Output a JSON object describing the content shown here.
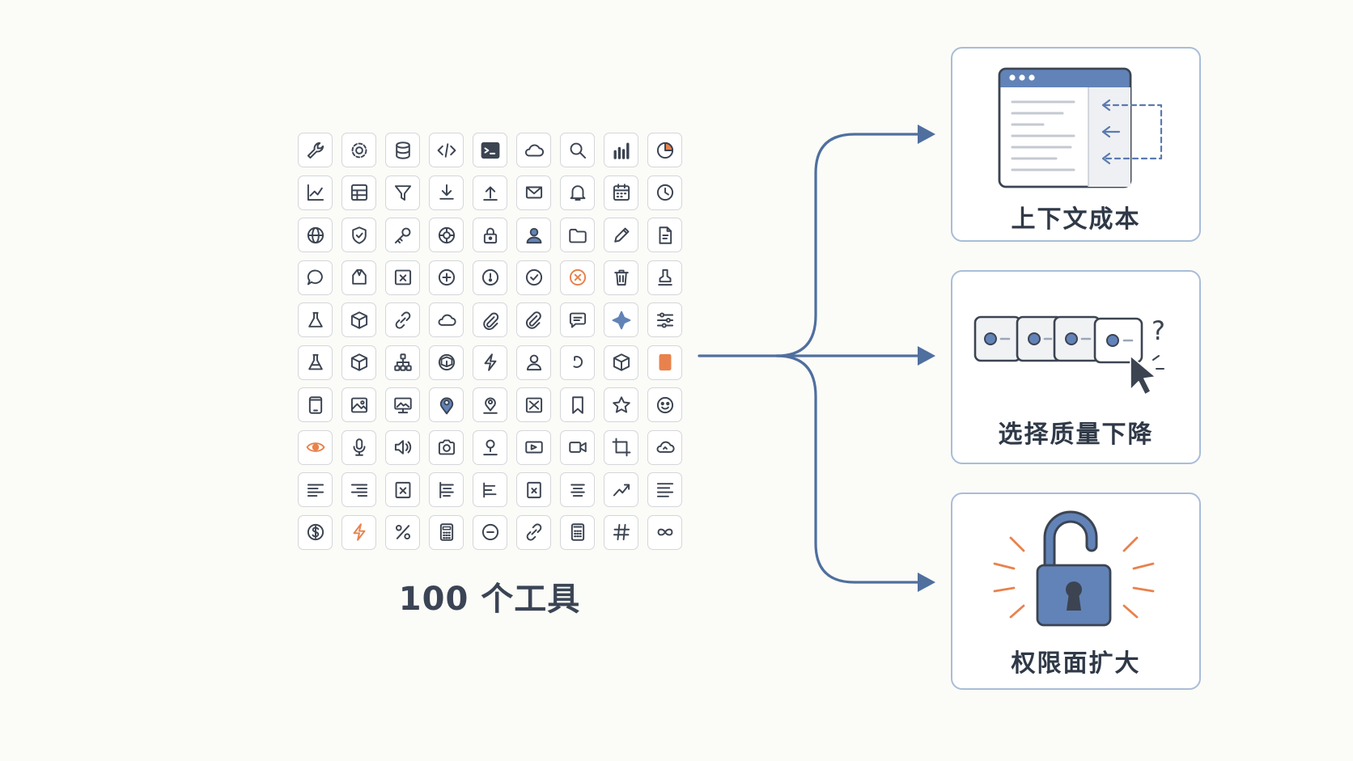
{
  "grid": {
    "caption": "100 个工具",
    "columns": 9,
    "icons": [
      "wrench-icon",
      "gear-icon",
      "database-icon",
      "code-icon",
      "terminal-icon",
      "cloud-icon",
      "search-icon",
      "bar-chart-icon",
      "pie-chart-icon",
      "line-chart-icon",
      "table-icon",
      "filter-icon",
      "download-icon",
      "upload-icon",
      "mail-icon",
      "bell-icon",
      "calendar-icon",
      "clock-icon",
      "globe-icon",
      "shield-icon",
      "key-icon",
      "network-icon",
      "lock-icon",
      "user-icon",
      "folder-icon",
      "pencil-icon",
      "document-icon",
      "chat-bubble-icon",
      "package-icon",
      "square-x-icon",
      "plus-circle-icon",
      "info-circle-icon",
      "check-circle-icon",
      "x-circle-icon",
      "trash-icon",
      "stamp-icon",
      "flask-icon",
      "cube-icon",
      "link-icon",
      "cloud-outline-icon",
      "paperclip-icon",
      "attachment-icon",
      "message-icon",
      "puzzle-icon",
      "sliders-icon",
      "beaker-icon",
      "box-icon",
      "hierarchy-icon",
      "globe-box-icon",
      "bolt-icon",
      "person-icon",
      "refresh-icon",
      "cube-outline-icon",
      "orange-tile-icon",
      "tablet-icon",
      "image-icon",
      "monitor-image-icon",
      "map-pin-icon",
      "location-icon",
      "image-x-icon",
      "bookmark-icon",
      "star-icon",
      "smiley-icon",
      "eye-icon",
      "microphone-icon",
      "speaker-icon",
      "camera-icon",
      "pin-icon",
      "video-box-icon",
      "video-camera-icon",
      "crop-icon",
      "cloud-sync-icon",
      "align-left-icon",
      "align-right-icon",
      "box-x-icon",
      "text-indent-icon",
      "text-left-icon",
      "box-x-small-icon",
      "text-center-icon",
      "trend-icon",
      "align-justify-icon",
      "dollar-icon",
      "flash-icon",
      "percent-icon",
      "calculator-icon",
      "minus-circle-icon",
      "chain-icon",
      "calculator-grid-icon",
      "hashtag-icon",
      "infinity-icon"
    ],
    "accent_icons": [
      "pie-chart-icon",
      "x-circle-icon",
      "orange-tile-icon",
      "eye-icon",
      "flash-icon"
    ],
    "filled_icons": [
      "puzzle-icon",
      "map-pin-icon"
    ]
  },
  "cards": [
    {
      "label": "上下文成本",
      "art": "context-window-icon"
    },
    {
      "label": "选择质量下降",
      "art": "option-stack-cursor-icon"
    },
    {
      "label": "权限面扩大",
      "art": "open-padlock-icon"
    }
  ],
  "colors": {
    "line": "#4f6f9e",
    "accent": "#e8824d",
    "icon_stroke": "#3c4452",
    "card_border": "#a9bdd8",
    "fill_blue": "#6283b7"
  }
}
